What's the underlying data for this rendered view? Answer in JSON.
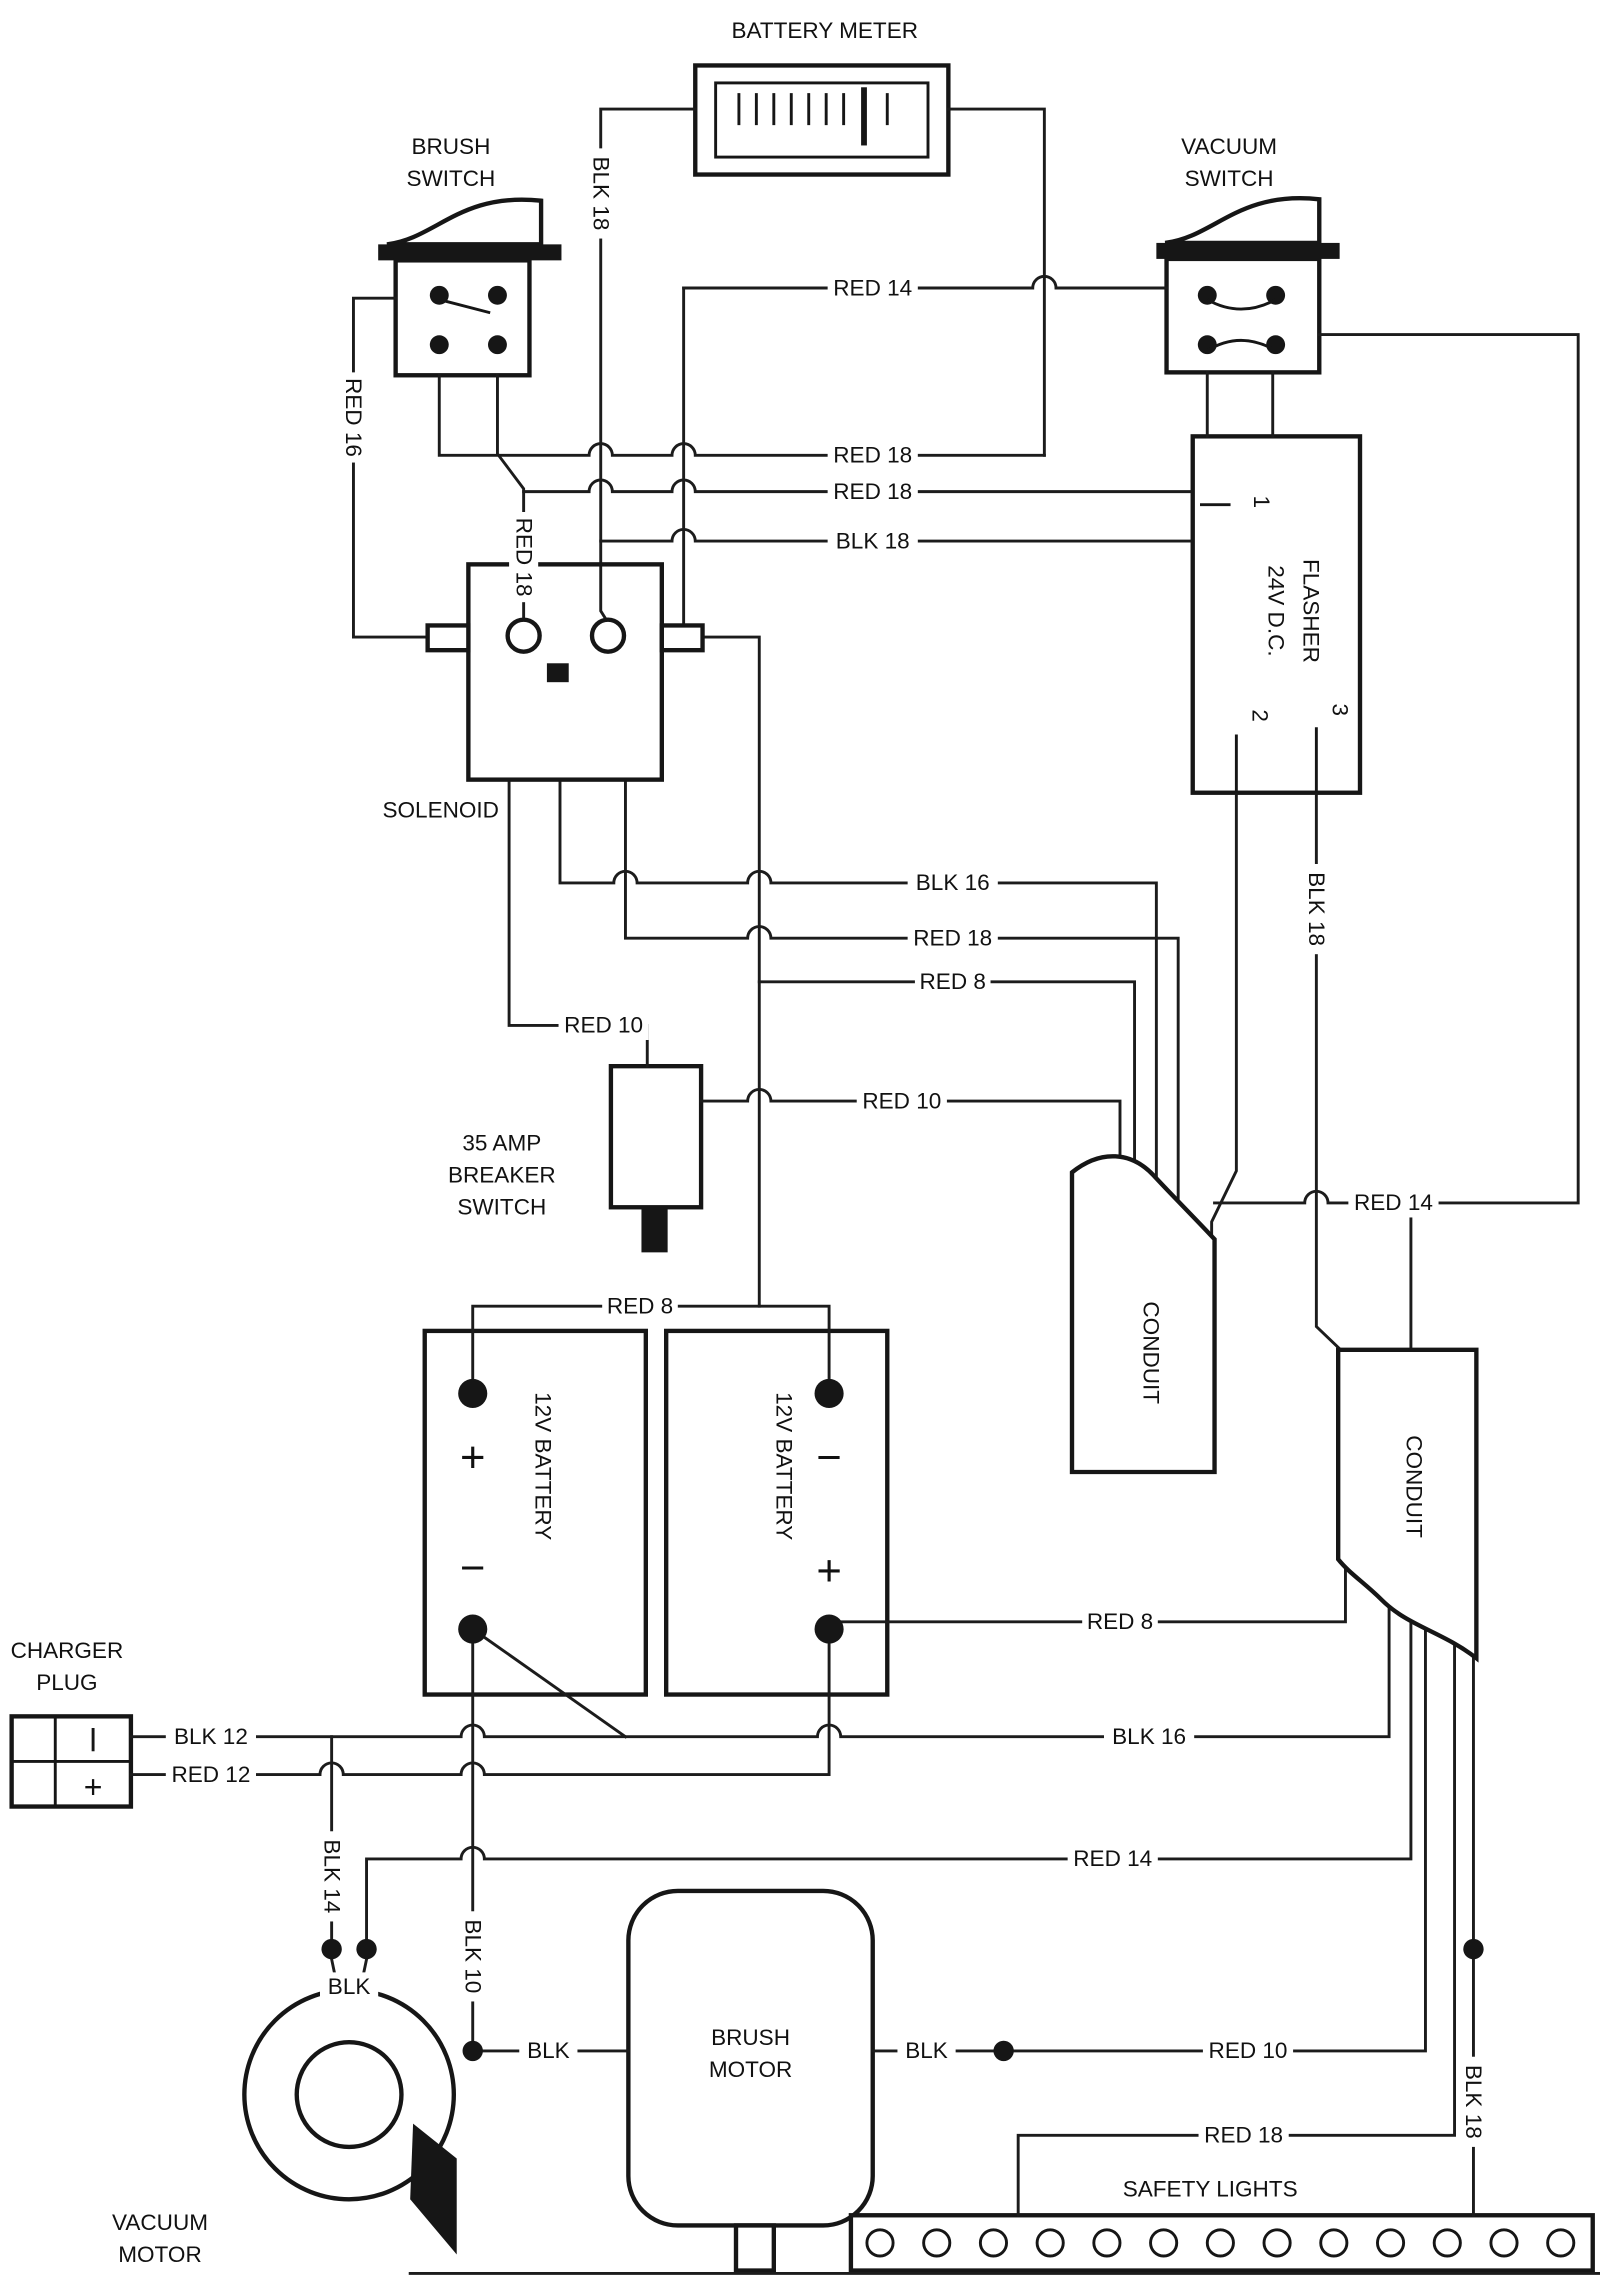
{
  "components": {
    "battery_meter": {
      "label": "BATTERY METER"
    },
    "brush_switch": {
      "line1": "BRUSH",
      "line2": "SWITCH"
    },
    "vacuum_switch": {
      "line1": "VACUUM",
      "line2": "SWITCH"
    },
    "flasher": {
      "line1": "24V D.C.",
      "line2": "FLASHER",
      "terminal1": "1",
      "terminal2": "2",
      "terminal3": "3"
    },
    "solenoid": {
      "label": "SOLENOID"
    },
    "breaker": {
      "line1": "35 AMP",
      "line2": "BREAKER",
      "line3": "SWITCH"
    },
    "battery1": {
      "label": "12V BATTERY",
      "top_sign": "+",
      "bottom_sign": "−"
    },
    "battery2": {
      "label": "12V BATTERY",
      "top_sign": "−",
      "bottom_sign": "+"
    },
    "charger_plug": {
      "line1": "CHARGER",
      "line2": "PLUG",
      "pin_plus": "+"
    },
    "conduit_center": {
      "label": "CONDUIT"
    },
    "conduit_right": {
      "label": "CONDUIT"
    },
    "brush_motor": {
      "line1": "BRUSH",
      "line2": "MOTOR"
    },
    "vacuum_motor": {
      "line1": "VACUUM",
      "line2": "MOTOR"
    },
    "safety_lights": {
      "label": "SAFETY LIGHTS"
    }
  },
  "wire_labels": {
    "red14_top": "RED 14",
    "blk18_meter": "BLK 18",
    "red16": "RED 16",
    "red18_solenoid": "RED 18",
    "red18_a": "RED 18",
    "red18_b": "RED 18",
    "blk18_flasher_in": "BLK 18",
    "blk16_mid": "BLK 16",
    "red18_mid": "RED 18",
    "red8_mid": "RED 8",
    "red10_a": "RED 10",
    "red10_b": "RED 10",
    "blk18_flasher_out": "BLK 18",
    "red14_conduit": "RED 14",
    "red8_batt_link": "RED 8",
    "red8_batt2": "RED 8",
    "blk16_low": "BLK 16",
    "blk12": "BLK 12",
    "red12": "RED 12",
    "blk14": "BLK 14",
    "red14_low": "RED 14",
    "blk10": "BLK 10",
    "blk_vac": "BLK",
    "blk_brush_l": "BLK",
    "blk_brush_r": "BLK",
    "red10_brush": "RED 10",
    "red18_lights": "RED 18",
    "blk18_lights": "BLK 18"
  }
}
